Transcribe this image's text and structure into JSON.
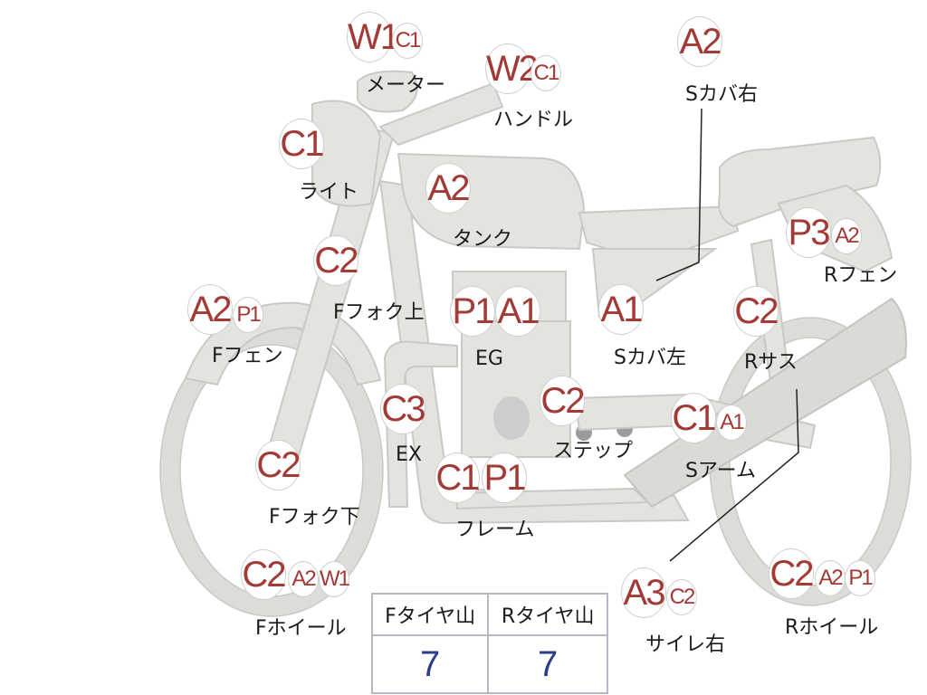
{
  "labels": {
    "meter": "メーター",
    "handle": "ハンドル",
    "s_cover_right": "Sカバ右",
    "light": "ライト",
    "tank": "タンク",
    "r_fender": "Rフェン",
    "f_fork_upper": "Fフォク上",
    "f_fender": "Fフェン",
    "eg": "EG",
    "s_cover_left": "Sカバ左",
    "r_suspension": "Rサス",
    "ex": "EX",
    "step": "ステップ",
    "s_arm": "Sアーム",
    "f_fork_lower": "Fフォク下",
    "frame": "フレーム",
    "f_wheel": "Fホイール",
    "silencer_right": "サイレ右",
    "r_wheel": "Rホイール"
  },
  "grades": {
    "meter": [
      "W1",
      "C1"
    ],
    "handle": [
      "W2",
      "C1"
    ],
    "s_cover_right": [
      "A2"
    ],
    "light": [
      "C1"
    ],
    "tank": [
      "A2"
    ],
    "r_fender": [
      "P3",
      "A2"
    ],
    "f_fork_upper": [
      "C2"
    ],
    "f_fender": [
      "A2",
      "P1"
    ],
    "eg": [
      "P1",
      "A1"
    ],
    "s_cover_left": [
      "A1"
    ],
    "r_suspension": [
      "C2"
    ],
    "ex": [
      "C3"
    ],
    "step": [
      "C2"
    ],
    "s_arm": [
      "C1",
      "A1"
    ],
    "f_fork_lower": [
      "C2"
    ],
    "frame": [
      "C1",
      "P1"
    ],
    "f_wheel": [
      "C2",
      "A2",
      "W1"
    ],
    "silencer_right": [
      "A3",
      "C2"
    ],
    "r_wheel": [
      "C2",
      "A2",
      "P1"
    ]
  },
  "tire_table": {
    "front_header": "Fタイヤ山",
    "rear_header": "Rタイヤ山",
    "front_value": "7",
    "rear_value": "7"
  },
  "colors": {
    "grade_text": "#a23a36",
    "tire_value": "#2d3d8c",
    "bike_fill": "#e3e3e0"
  }
}
